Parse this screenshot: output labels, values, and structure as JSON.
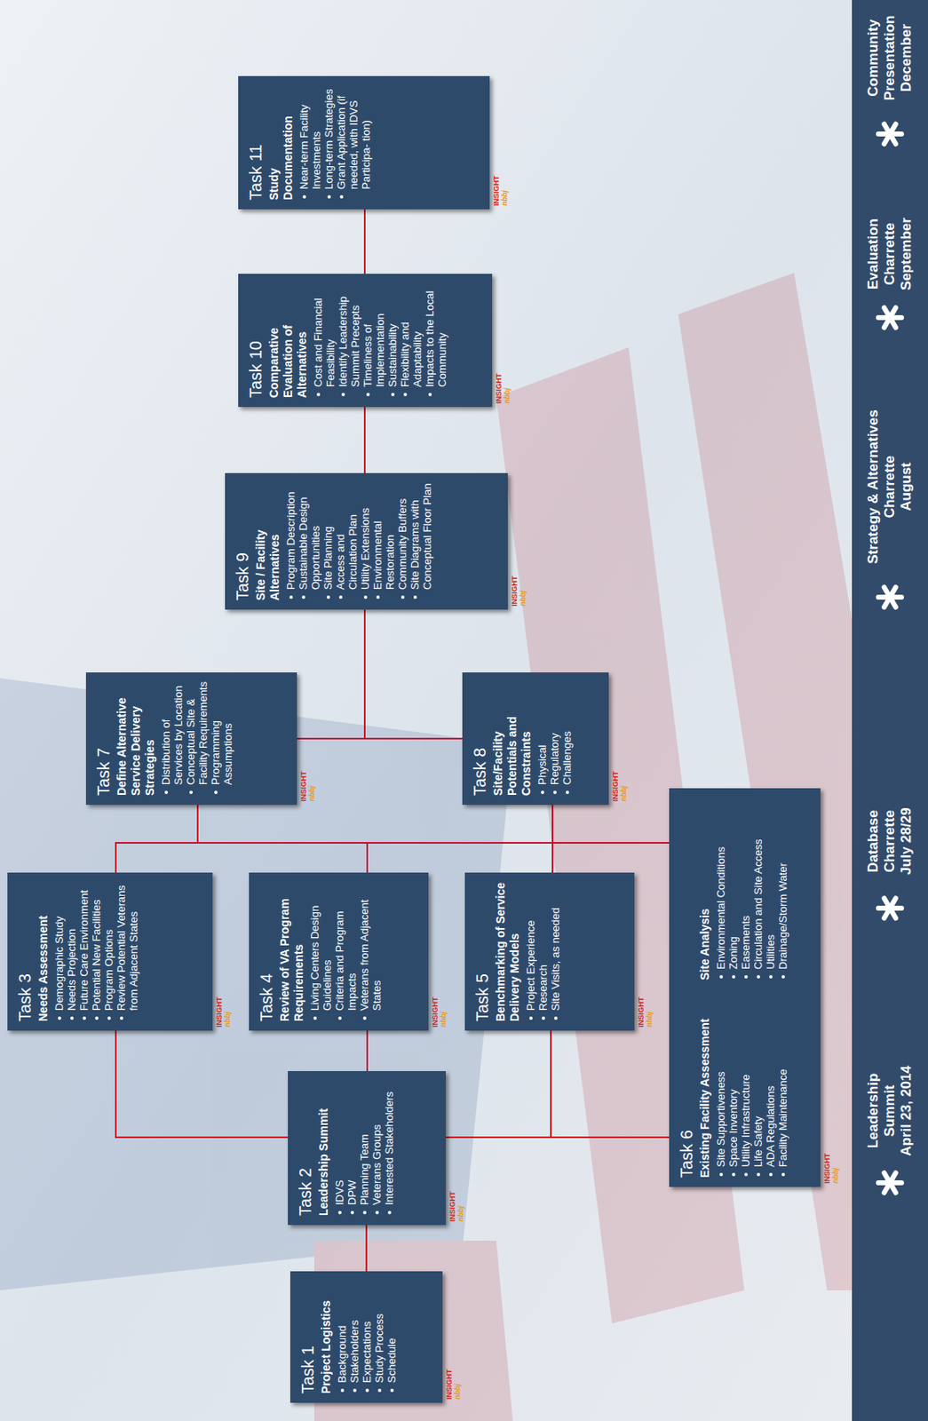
{
  "diagram": {
    "nodes": [
      {
        "text": [
          "Task 1",
          "Project Logistics",
          "Background",
          "Stakeholders",
          "Expectations",
          "Study Process",
          "Schedule"
        ]
      },
      {
        "text": [
          "Task 2",
          "Leadership Summit",
          "IDVS",
          "DPW",
          "Planning Team",
          "Veterans Groups",
          "Interested Stakeholders"
        ]
      },
      {
        "text": [
          "Task 3",
          "Needs Assessment",
          "Demographic Study",
          "Needs Projection",
          "Future Care Environment",
          "Potential New Facilities",
          "Program Options",
          "Review Potential Veterans from Adjacent States"
        ]
      },
      {
        "text": [
          "Task 4",
          "Review of VA Program Requirements",
          "Living Centers Design Guidelines",
          "Criteria and Program Impacts",
          "Veterans from Adjacent States"
        ]
      },
      {
        "text": [
          "Task 5",
          "Benchmarking of Service Delivery Models",
          "Project Experience",
          "Research",
          "Site Visits, as needed"
        ]
      },
      {
        "text": [
          "Task 6",
          "Existing Facility Assessment",
          "Site Supportiveness",
          "Space Inventory",
          "Utility Infrastructure",
          "Life Safety",
          "ADA Regulations",
          "Facility Maintenance",
          "Site Analysis",
          "Environmental Conditions",
          "Zoning",
          "Easements",
          "Circulation and Site Access",
          "Utilities",
          "Drainage/Storm Water"
        ]
      },
      {
        "text": [
          "Task 7",
          "Define Alternative Service Delivery Strategies",
          "Distribution of Services by Location",
          "Conceptual Site & Facility Requirements",
          "Programming Assumptions"
        ]
      },
      {
        "text": [
          "Task 8",
          "Site/Facility Potentials and Constraints",
          "Physical",
          "Regulatory",
          "Challenges"
        ]
      },
      {
        "text": [
          "Task 9",
          "Site / Facility Alternatives",
          "Program Description",
          "Sustainable Design Opportunities",
          "Site Planning",
          "Access and Circulation Plan",
          "Utility Extensions",
          "Environmental Restoration",
          "Community Buffers",
          "Site Diagrams with Conceptual Floor Plan"
        ]
      },
      {
        "text": [
          "Task 10",
          "Comparative Evaluation of Alternatives",
          "Cost and Financial Feasibility",
          "Identify Leadership Summit Precepts",
          "Timeliness of Implementation",
          "Sustainability",
          "Flexibility and Adaptability",
          "Impacts to the Local Community"
        ]
      },
      {
        "text": [
          "Task 11",
          "Study Documentation",
          "Near-term Facility Investments",
          "Long-term Strategies",
          "Grant Application (if needed, with IDVS Participa- tion)"
        ]
      },
      {
        "text": [
          "Leadership Summit",
          "April 23, 2014",
          "Database Charrette",
          "July 28/29",
          "Strategy & Alternatives Charrette",
          "August",
          "Evaluation Charrette",
          "September",
          "Community Presentation",
          "December"
        ]
      }
    ],
    "edges": [
      {
        "from": 0,
        "to": 1,
        "arrow": "none"
      },
      {
        "from": 1,
        "to": 2,
        "arrow": "none"
      },
      {
        "from": 1,
        "to": 3,
        "arrow": "none"
      },
      {
        "from": 1,
        "to": 4,
        "arrow": "none"
      },
      {
        "from": 1,
        "to": 5,
        "arrow": "none"
      },
      {
        "from": 2,
        "to": 6,
        "arrow": "none"
      },
      {
        "from": 2,
        "to": 7,
        "arrow": "none"
      },
      {
        "from": 3,
        "to": 6,
        "arrow": "none"
      },
      {
        "from": 3,
        "to": 7,
        "arrow": "none"
      },
      {
        "from": 4,
        "to": 6,
        "arrow": "none"
      },
      {
        "from": 4,
        "to": 7,
        "arrow": "none"
      },
      {
        "from": 5,
        "to": 6,
        "arrow": "none"
      },
      {
        "from": 5,
        "to": 7,
        "arrow": "none"
      },
      {
        "from": 6,
        "to": 8,
        "arrow": "none"
      },
      {
        "from": 7,
        "to": 8,
        "arrow": "none"
      },
      {
        "from": 8,
        "to": 9,
        "arrow": "none"
      },
      {
        "from": 9,
        "to": 10,
        "arrow": "none"
      }
    ],
    "labels": [
      "INSIGHT",
      "nbbj",
      "INSIGHT",
      "nbbj",
      "INSIGHT",
      "nbbj",
      "INSIGHT",
      "nbbj",
      "INSIGHT",
      "nbbj",
      "INSIGHT",
      "nbbj",
      "INSIGHT",
      "nbbj",
      "INSIGHT",
      "nbbj",
      "INSIGHT",
      "nbbj",
      "INSIGHT",
      "nbbj",
      "INSIGHT",
      "nbbj"
    ]
  }
}
